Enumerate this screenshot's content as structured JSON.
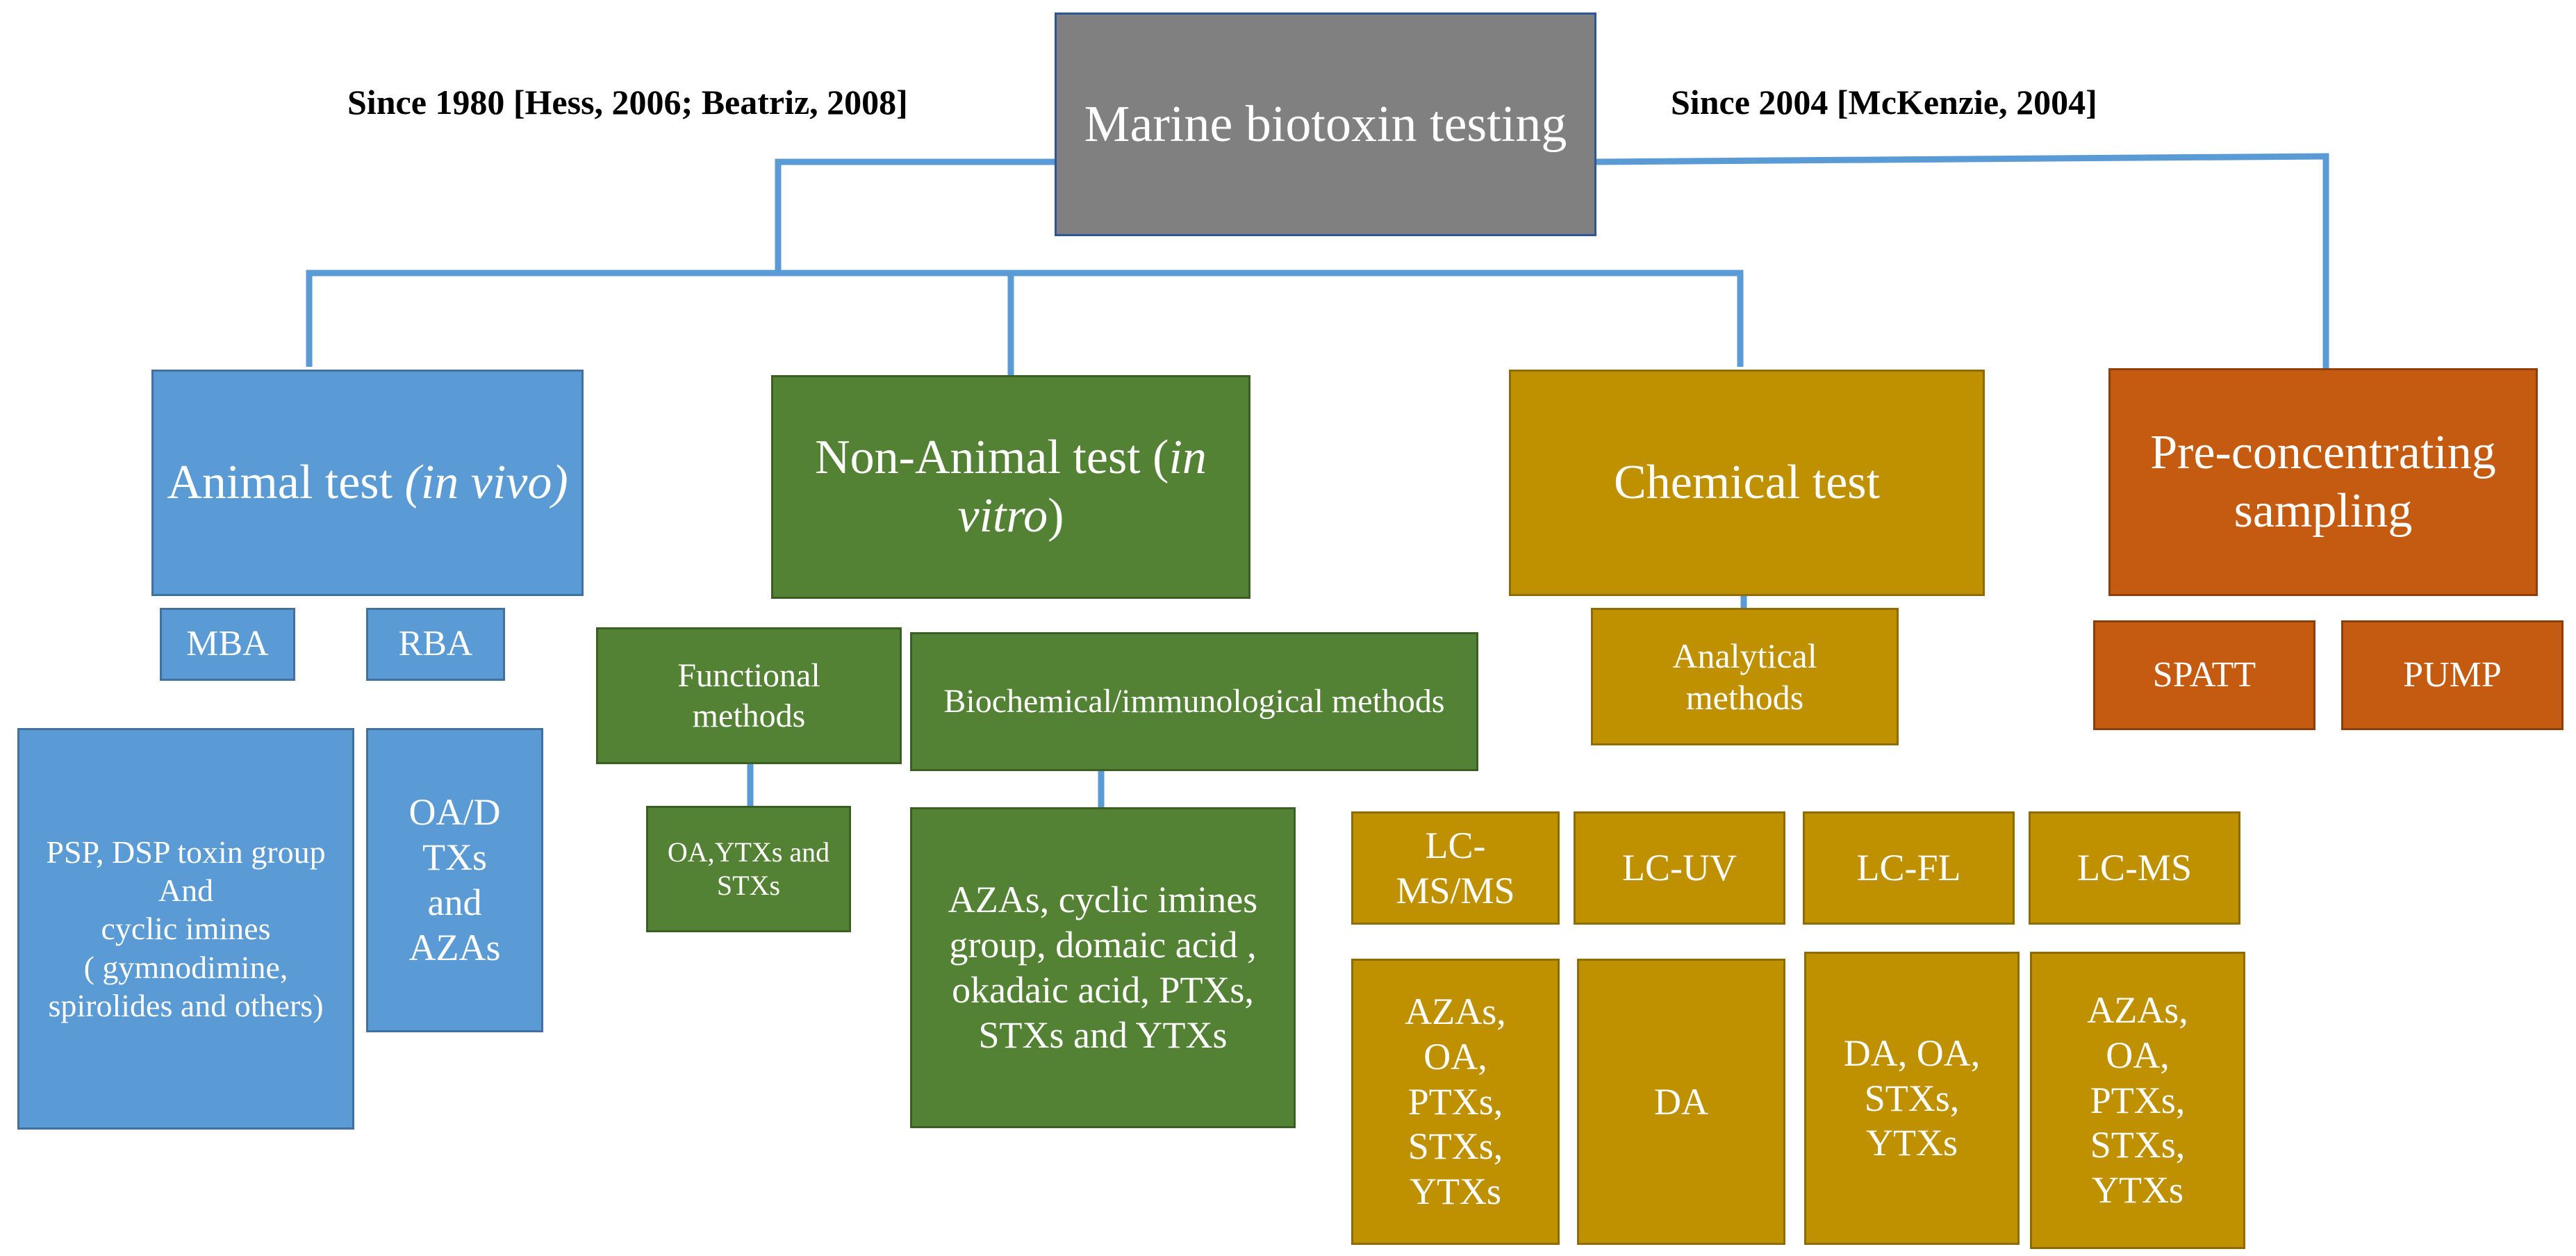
{
  "root": {
    "label": "Marine biotoxin testing"
  },
  "annotations": {
    "left": "Since 1980 [Hess, 2006; Beatriz, 2008]",
    "right": "Since 2004 [McKenzie, 2004]"
  },
  "animal": {
    "title_prefix": "Animal test ",
    "title_italic": "(in vivo)",
    "methods": [
      "MBA",
      "RBA"
    ],
    "mba_targets": "PSP, DSP toxin group\nAnd\ncyclic imines\n( gymnodimine, spirolides and others)",
    "rba_targets": "OA/D\nTXs\nand\nAZAs"
  },
  "non_animal": {
    "title_prefix": "Non-Animal test (",
    "title_italic": "in vitro",
    "title_suffix": ")",
    "functional_label": "Functional methods",
    "functional_targets": "OA,YTXs and STXs",
    "biochem_label": "Biochemical/immunological methods",
    "biochem_targets": "AZAs, cyclic imines group, domaic acid , okadaic acid, PTXs, STXs and YTXs"
  },
  "chemical": {
    "title": "Chemical test",
    "sub_label": "Analytical methods",
    "techniques": [
      {
        "name": "LC-MS/MS",
        "targets": "AZAs,\nOA,\nPTXs,\nSTXs,\nYTXs"
      },
      {
        "name": "LC-UV",
        "targets": "DA"
      },
      {
        "name": "LC-FL",
        "targets": "DA, OA,\nSTXs,\nYTXs"
      },
      {
        "name": "LC-MS",
        "targets": "AZAs,\nOA,\nPTXs,\nSTXs,\nYTXs"
      }
    ]
  },
  "preconc": {
    "title": "Pre-concentrating sampling",
    "methods": [
      "SPATT",
      "PUMP"
    ]
  },
  "colors": {
    "animal": "#5b9bd5",
    "non_animal": "#548235",
    "chemical": "#bf9000",
    "preconc": "#c55a11",
    "root": "#808080",
    "connector": "#5b9bd5"
  }
}
